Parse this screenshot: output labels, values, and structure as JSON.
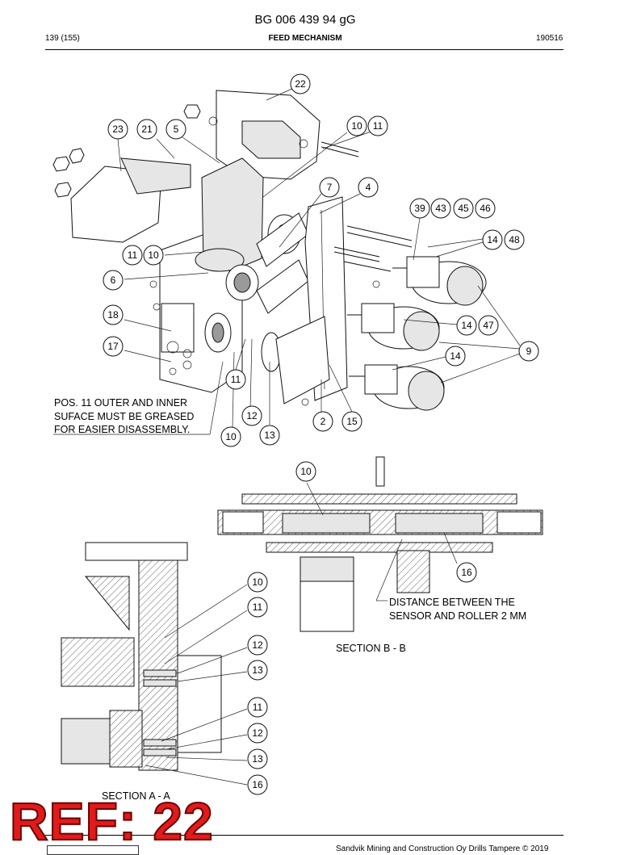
{
  "header": {
    "doc_id": "BG 006 439 94 gG",
    "page": "139 (155)",
    "title": "FEED MECHANISM",
    "date_code": "190516"
  },
  "callouts": {
    "c22": "22",
    "c23": "23",
    "c21": "21",
    "c5": "5",
    "c10a": "10",
    "c11a": "11",
    "c7": "7",
    "c4": "4",
    "c39": "39",
    "c43": "43",
    "c45": "45",
    "c46": "46",
    "c14a": "14",
    "c48": "48",
    "c11b": "11",
    "c10b": "10",
    "c6": "6",
    "c18": "18",
    "c17": "17",
    "c14b": "14",
    "c47": "47",
    "c9": "9",
    "c14c": "14",
    "c11c": "11",
    "c12a": "12",
    "c2": "2",
    "c15": "15",
    "c10c": "10",
    "c13a": "13",
    "s10": "10",
    "s16": "16",
    "a10": "10",
    "a11": "11",
    "a12": "12",
    "a13": "13",
    "a11b": "11",
    "a12b": "12",
    "a13b": "13",
    "a16": "16"
  },
  "notes": {
    "grease_line1": "POS. 11 OUTER AND INNER",
    "grease_line2": "SUFACE MUST BE GREASED",
    "grease_line3": "FOR EASIER DISASSEMBLY.",
    "sensor_line1": "DISTANCE BETWEEN THE",
    "sensor_line2": "SENSOR AND ROLLER 2 MM",
    "section_bb": "SECTION  B - B",
    "section_aa": "SECTION  A - A"
  },
  "badge": {
    "ref": "REF: 22",
    "color": "#e01b1b"
  },
  "footer": {
    "copyright": "Sandvik Mining and Construction Oy Drills Tampere © 2019"
  }
}
